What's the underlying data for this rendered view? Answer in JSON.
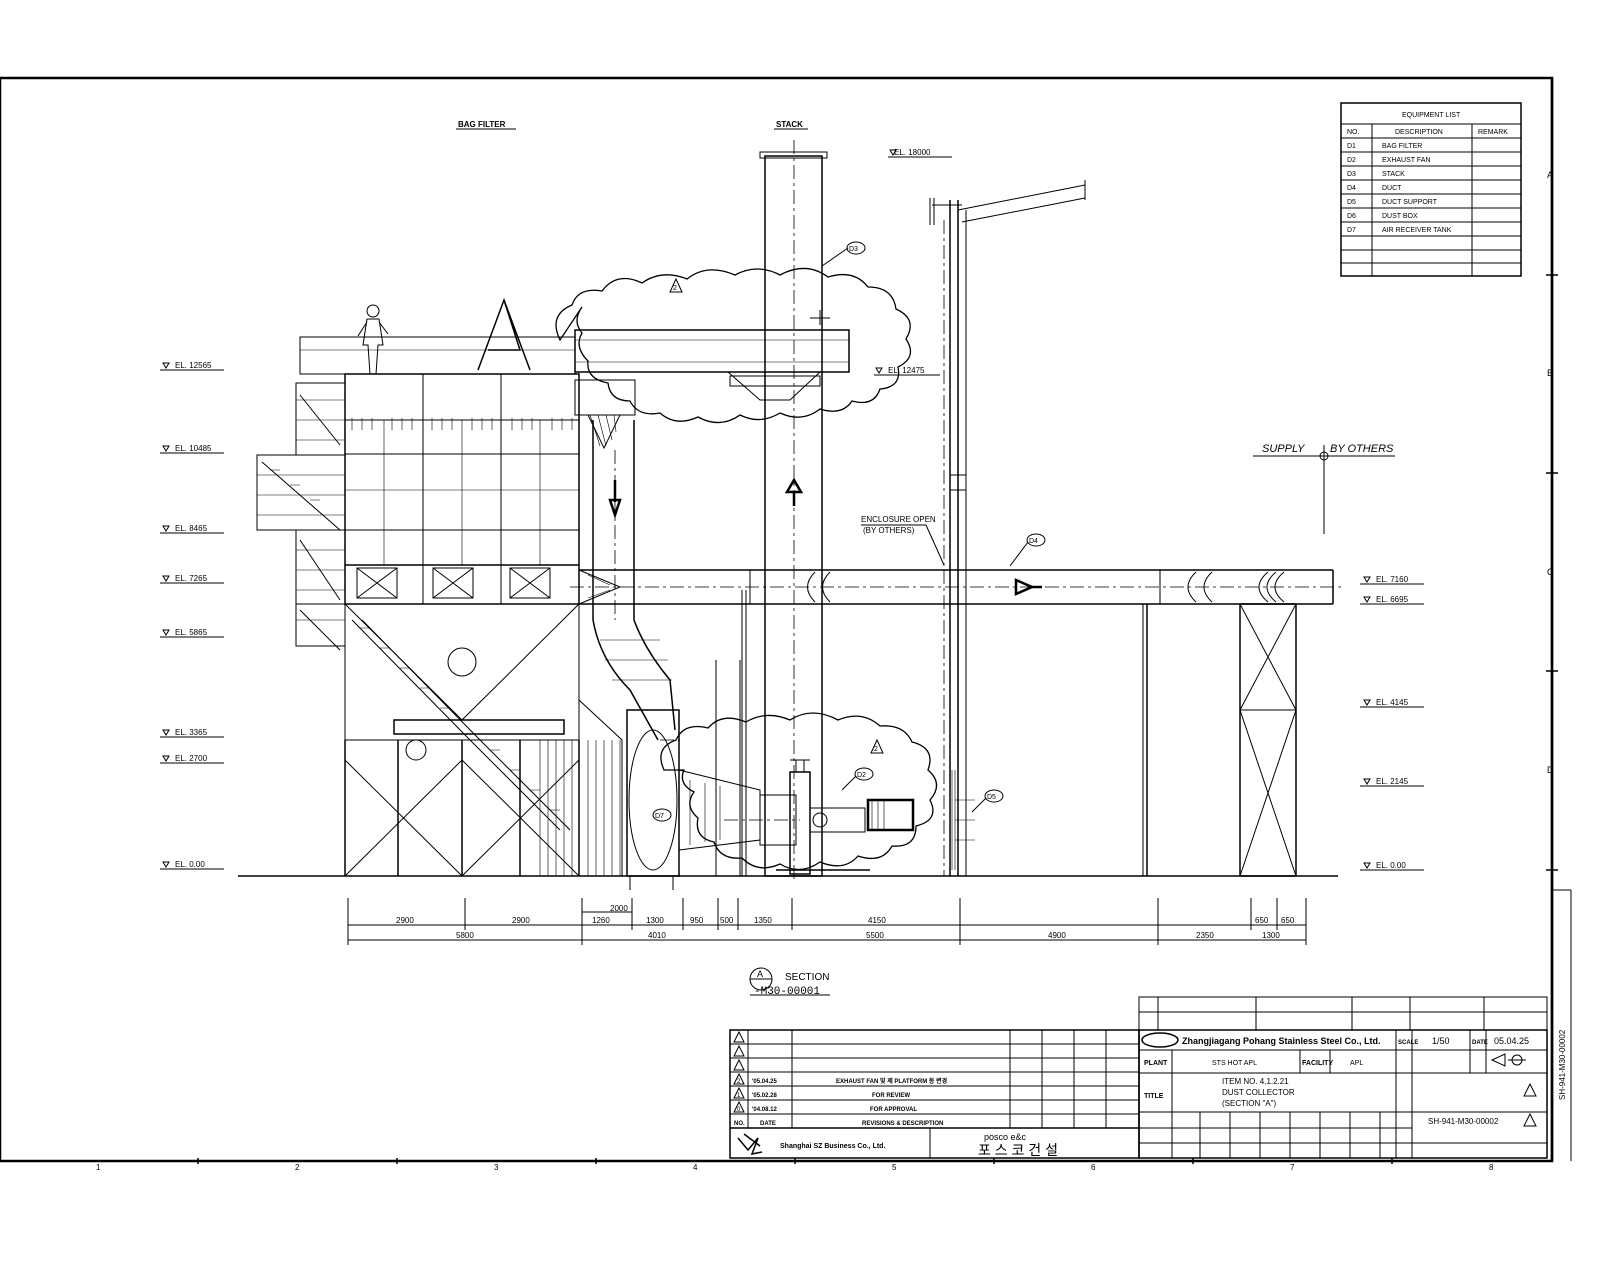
{
  "labels": {
    "bag_filter": "BAG FILTER",
    "stack": "STACK",
    "el_18000": "EL. 18000",
    "el_12475": "EL. 12475",
    "supply": "SUPPLY",
    "by_others": "BY OTHERS",
    "enclosure_1": "ENCLOSURE OPEN",
    "enclosure_2": "(BY OTHERS)",
    "section_letter": "A",
    "section_word": "SECTION",
    "section_ref": "-M30-00001"
  },
  "elevations_left": [
    "EL. 12565",
    "EL. 10485",
    "EL. 8465",
    "EL. 7265",
    "EL. 5865",
    "EL. 3365",
    "EL. 2700",
    "EL. 0.00"
  ],
  "elevations_right": [
    "EL. 7160",
    "EL. 6695",
    "EL. 4145",
    "EL. 2145",
    "EL. 0.00"
  ],
  "callouts": {
    "d3": "D3",
    "d4": "D4",
    "d2": "D2",
    "d5": "D5",
    "d7": "D7",
    "rev": "2"
  },
  "dimensions": {
    "row1": [
      "2900",
      "2900",
      "1260",
      "1300",
      "950",
      "500",
      "1350",
      "4150",
      "650",
      "650"
    ],
    "row2": [
      "5800",
      "4010",
      "5500",
      "4900",
      "2350",
      "1300"
    ],
    "extra": "2000"
  },
  "equipment_list": {
    "title": "EQUIPMENT LIST",
    "headers": [
      "NO.",
      "DESCRIPTION",
      "REMARK"
    ],
    "rows": [
      {
        "no": "D1",
        "desc": "BAG FILTER"
      },
      {
        "no": "D2",
        "desc": "EXHAUST FAN"
      },
      {
        "no": "D3",
        "desc": "STACK"
      },
      {
        "no": "D4",
        "desc": "DUCT"
      },
      {
        "no": "D5",
        "desc": "DUCT SUPPORT"
      },
      {
        "no": "D6",
        "desc": "DUST BOX"
      },
      {
        "no": "D7",
        "desc": "AIR RECEIVER TANK"
      }
    ]
  },
  "zones_right": [
    "A",
    "B",
    "C",
    "D"
  ],
  "zones_bottom": [
    "1",
    "2",
    "3",
    "4",
    "5",
    "6",
    "7",
    "8"
  ],
  "title_block": {
    "company": "Zhangjiagang Pohang Stainless Steel Co., Ltd.",
    "plant_label": "PLANT",
    "plant": "STS HOT APL",
    "facility_label": "FACILITY",
    "facility": "APL",
    "title_label": "TITLE",
    "title_1": "ITEM NO. 4.1.2.21",
    "title_2": "DUST COLLECTOR",
    "title_3": "(SECTION \"A\")",
    "scale_label": "SCALE",
    "scale": "1/50",
    "date_label": "DATE",
    "date": "05.04.25",
    "dwg_no": "SH-941-M30-00002",
    "vertical_no": "SH-941-M30-00002",
    "contractor": "Shanghai SZ Business Co., Ltd.",
    "posco_small": "posco e&c",
    "posco_korean": "포 스 코 건 설",
    "no_label": "NO.",
    "rev_date_label": "DATE",
    "rev_desc_label": "REVISIONS & DESCRIPTION",
    "rev_rows": [
      {
        "date": "'05.04.25",
        "desc": "EXHAUST FAN 및 제 PLATFORM 등 변경"
      },
      {
        "date": "'05.02.28",
        "desc": "FOR REVIEW"
      },
      {
        "date": "'04.08.12",
        "desc": "FOR APPROVAL"
      }
    ],
    "rev_marks": [
      "2",
      "1",
      "0"
    ]
  }
}
